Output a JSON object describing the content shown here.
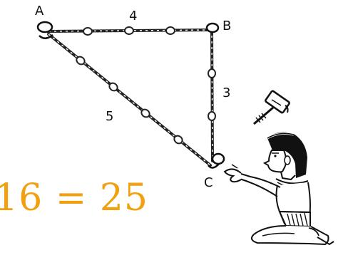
{
  "vertices": {
    "a": "A",
    "b": "B",
    "c": "C"
  },
  "sides": {
    "ab": "4",
    "bc": "3",
    "ac": "5"
  },
  "equation": "16 = 25",
  "colors": {
    "equation": "#f0a010",
    "rope": "#333333",
    "background": "#ffffff"
  },
  "figure": {
    "subject": "egyptian-rope-stretcher",
    "tool": "hammer"
  }
}
